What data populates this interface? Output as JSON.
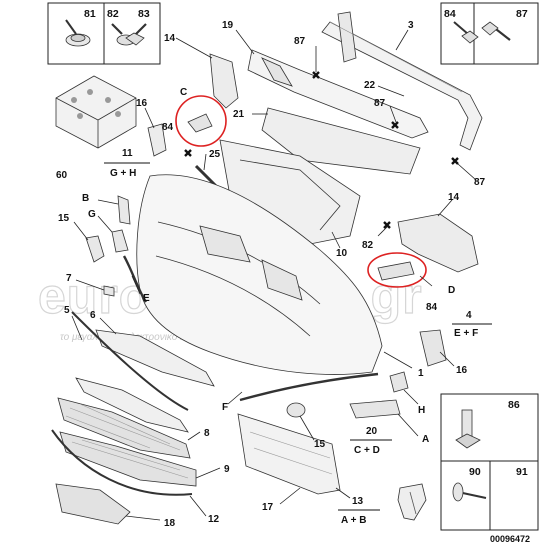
{
  "diagram": {
    "reference_code": "00096472",
    "watermark": {
      "main": "eurocarparts.gr",
      "sub": "το μεγαλύτερο ηλεκτρονικό κατάστημα ανταλλακτικών"
    },
    "boxed_part_numbers": {
      "box_tl_a": "81",
      "box_tl_b": "82",
      "box_tl_c": "83",
      "box_tr_a": "84",
      "box_tr_b": "87",
      "box_br_top": "86",
      "box_br_a": "90",
      "box_br_b": "91"
    },
    "labels": {
      "l_19": "19",
      "l_3": "3",
      "l_14a": "14",
      "l_87a": "87",
      "l_22": "22",
      "l_87b": "87",
      "l_87c": "87",
      "l_16a": "16",
      "l_C": "C",
      "l_84a": "84",
      "l_21": "21",
      "l_25": "25",
      "l_60": "60",
      "l_11": "11",
      "l_GH": "G + H",
      "l_B": "B",
      "l_15a": "15",
      "l_G": "G",
      "l_14b": "14",
      "l_82": "82",
      "l_10": "10",
      "l_4": "4",
      "l_EF": "E + F",
      "l_D": "D",
      "l_84b": "84",
      "l_7": "7",
      "l_E": "E",
      "l_5": "5",
      "l_6": "6",
      "l_1": "1",
      "l_16b": "16",
      "l_F": "F",
      "l_H": "H",
      "l_8": "8",
      "l_20": "20",
      "l_CD": "C + D",
      "l_A": "A",
      "l_15b": "15",
      "l_9": "9",
      "l_17": "17",
      "l_13": "13",
      "l_AB": "A + B",
      "l_12": "12",
      "l_18": "18"
    }
  }
}
